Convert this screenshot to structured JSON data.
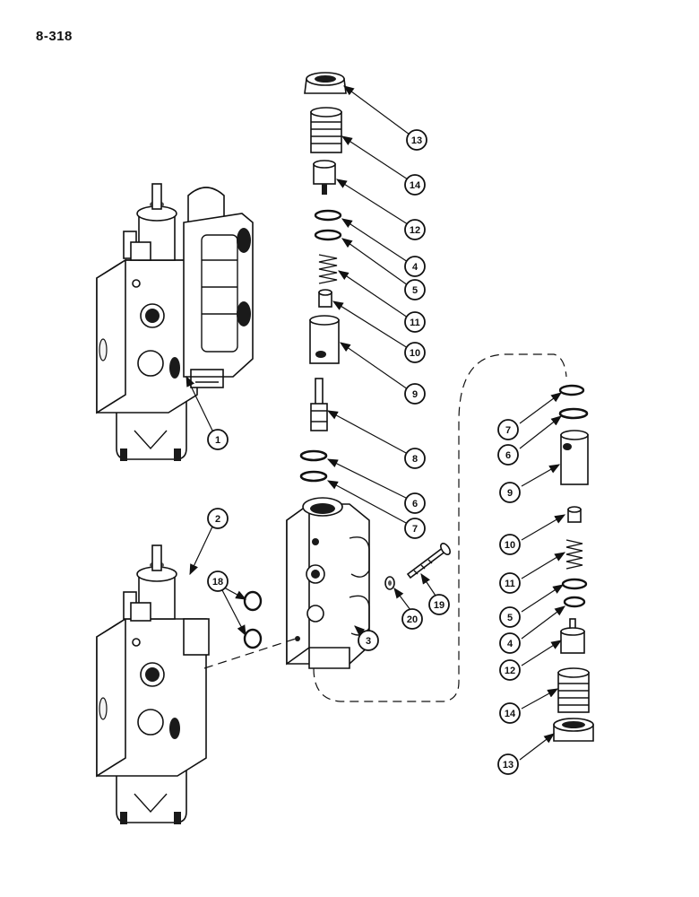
{
  "page_number": "8-318",
  "callouts": {
    "c1": "1",
    "c2": "2",
    "c3": "3",
    "c4a": "4",
    "c4b": "4",
    "c5a": "5",
    "c5b": "5",
    "c6a": "6",
    "c6b": "6",
    "c7a": "7",
    "c7b": "7",
    "c8": "8",
    "c9a": "9",
    "c9b": "9",
    "c10a": "10",
    "c10b": "10",
    "c11a": "11",
    "c11b": "11",
    "c12a": "12",
    "c12b": "12",
    "c13a": "13",
    "c13b": "13",
    "c14a": "14",
    "c14b": "14",
    "c18": "18",
    "c19": "19",
    "c20": "20"
  }
}
